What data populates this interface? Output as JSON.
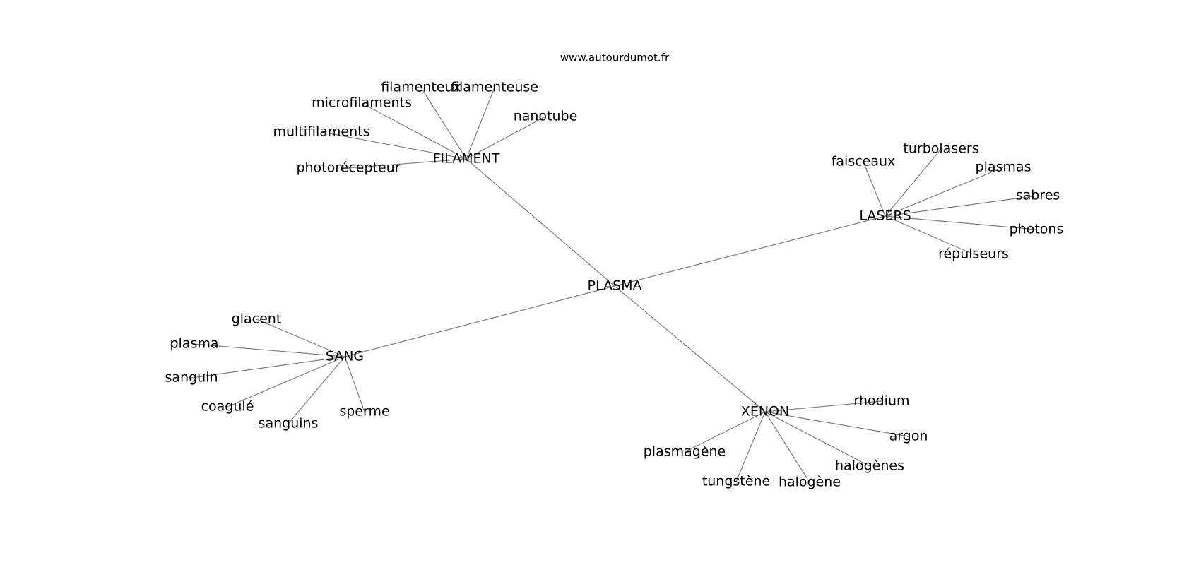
{
  "watermark": "www.autourdumot.fr",
  "graph": {
    "root": "PLASMA",
    "hubs": [
      {
        "label": "FILAMENT",
        "words": [
          "filamenteux",
          "filamenteuse",
          "microfilaments",
          "nanotube",
          "multifilaments",
          "photorécepteur"
        ]
      },
      {
        "label": "LASERS",
        "words": [
          "faisceaux",
          "turbolasers",
          "plasmas",
          "sabres",
          "photons",
          "répulseurs"
        ]
      },
      {
        "label": "SANG",
        "words": [
          "glacent",
          "plasma",
          "sanguin",
          "coagulé",
          "sanguins",
          "sperme"
        ]
      },
      {
        "label": "XÉNON",
        "words": [
          "rhodium",
          "argon",
          "halogènes",
          "halogène",
          "tungstène",
          "plasmagène"
        ]
      }
    ]
  }
}
